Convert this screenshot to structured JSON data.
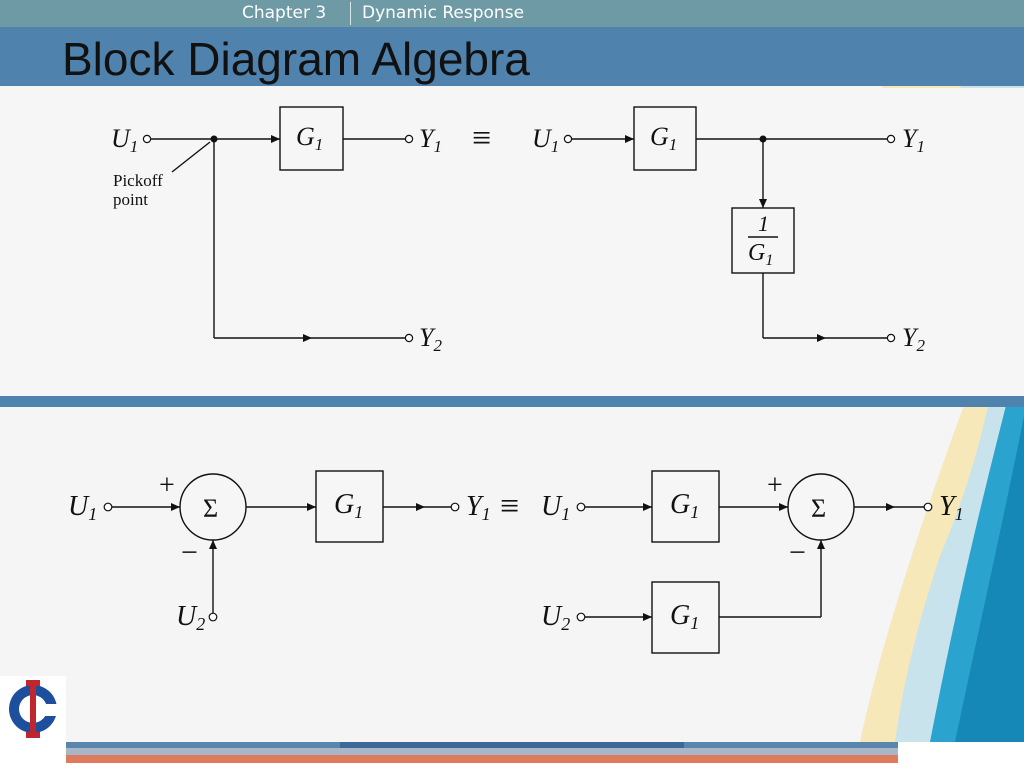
{
  "header": {
    "chapter": "Chapter 3",
    "topic": "Dynamic Response"
  },
  "title": "Block Diagram Algebra",
  "diagram_pickoff": {
    "input": "U",
    "input_sub": "1",
    "output_1": "Y",
    "output_1_sub": "1",
    "output_2": "Y",
    "output_2_sub": "2",
    "block": "G",
    "block_sub": "1",
    "annotation_line1": "Pickoff",
    "annotation_line2": "point",
    "equivalence": "≡",
    "inverse_numerator": "1",
    "inverse_denominator": "G",
    "inverse_denominator_sub": "1"
  },
  "diagram_summing": {
    "input_1": "U",
    "input_1_sub": "1",
    "input_2": "U",
    "input_2_sub": "2",
    "output": "Y",
    "output_sub": "1",
    "block": "G",
    "block_sub": "1",
    "sum_symbol": "Σ",
    "plus_sign": "+",
    "minus_sign": "−",
    "equivalence": "≡"
  },
  "colors": {
    "top_bar": "#6e9aa6",
    "title_bar": "#4f82ad",
    "footer_stripe": "#e07a5f"
  }
}
